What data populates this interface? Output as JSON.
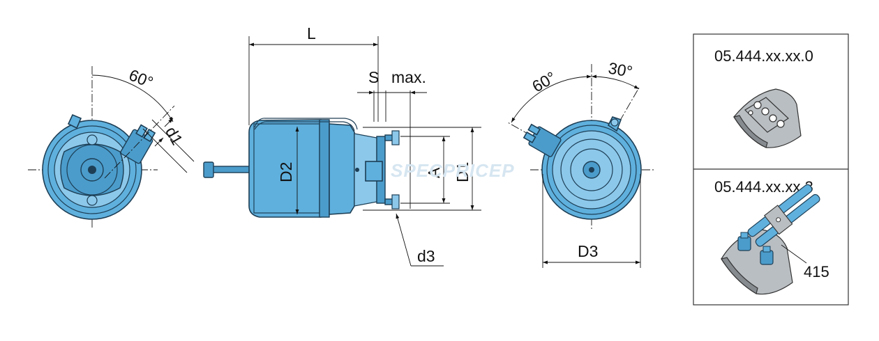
{
  "watermark": "SPECPRICEP",
  "views": {
    "left": {
      "angle_label": "60°",
      "d1_label": "d1"
    },
    "side": {
      "L_label": "L",
      "S_label": "S",
      "max_label": "max.",
      "D2_label": "D2",
      "A_label": "A",
      "D1_label": "D1",
      "d3_label": "d3"
    },
    "right": {
      "angle60_label": "60°",
      "angle30_label": "30°",
      "D3_label": "D3"
    }
  },
  "variants": [
    {
      "code": "05.444.xx.xx.0"
    },
    {
      "code": "05.444.xx.xx.3",
      "callout": "415"
    }
  ],
  "colors": {
    "body": "#5fb0dd",
    "outline": "#1d3e55",
    "fitting": "#b9bec2"
  }
}
